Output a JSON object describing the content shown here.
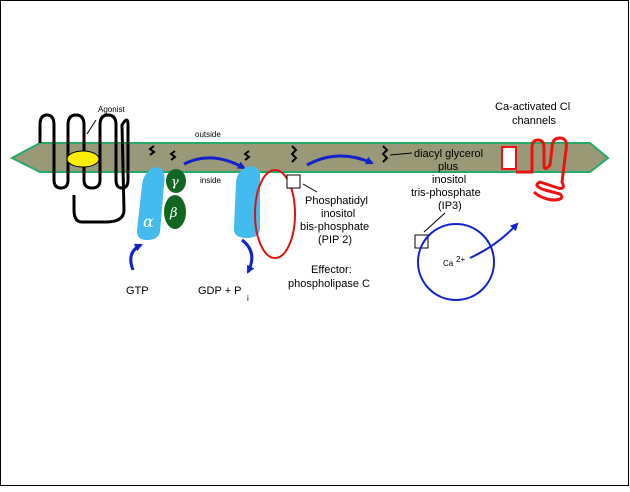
{
  "labels": {
    "agonist": "Agonist",
    "outside": "outside",
    "inside": "inside",
    "gamma": "γ",
    "beta": "β",
    "alpha": "α",
    "gtp": "GTP",
    "gdp": "GDP + P",
    "gdp_sub": "i",
    "pip2": [
      "Phosphatidyl",
      "inositol",
      "bis-phosphate",
      "(PIP 2)"
    ],
    "effector": [
      "Effector:",
      "phospholipase C"
    ],
    "dag": [
      "diacyl glycerol",
      "plus",
      "inositol",
      "tris-phosphate",
      "(IP3)"
    ],
    "ca_channel": [
      "Ca-activated Cl",
      "channels"
    ],
    "ca": "Ca",
    "ca_sup": "2+"
  },
  "colors": {
    "membrane": "#999977",
    "membrane_edge": "#22aa66",
    "receptor": "#000000",
    "agonist": "#ffee00",
    "g_alpha": "#44bbee",
    "g_beta_gamma": "#116622",
    "arrow": "#1122cc",
    "effector": "#dd1111",
    "channel": "#ee1111",
    "ca_circle": "#1122cc"
  }
}
